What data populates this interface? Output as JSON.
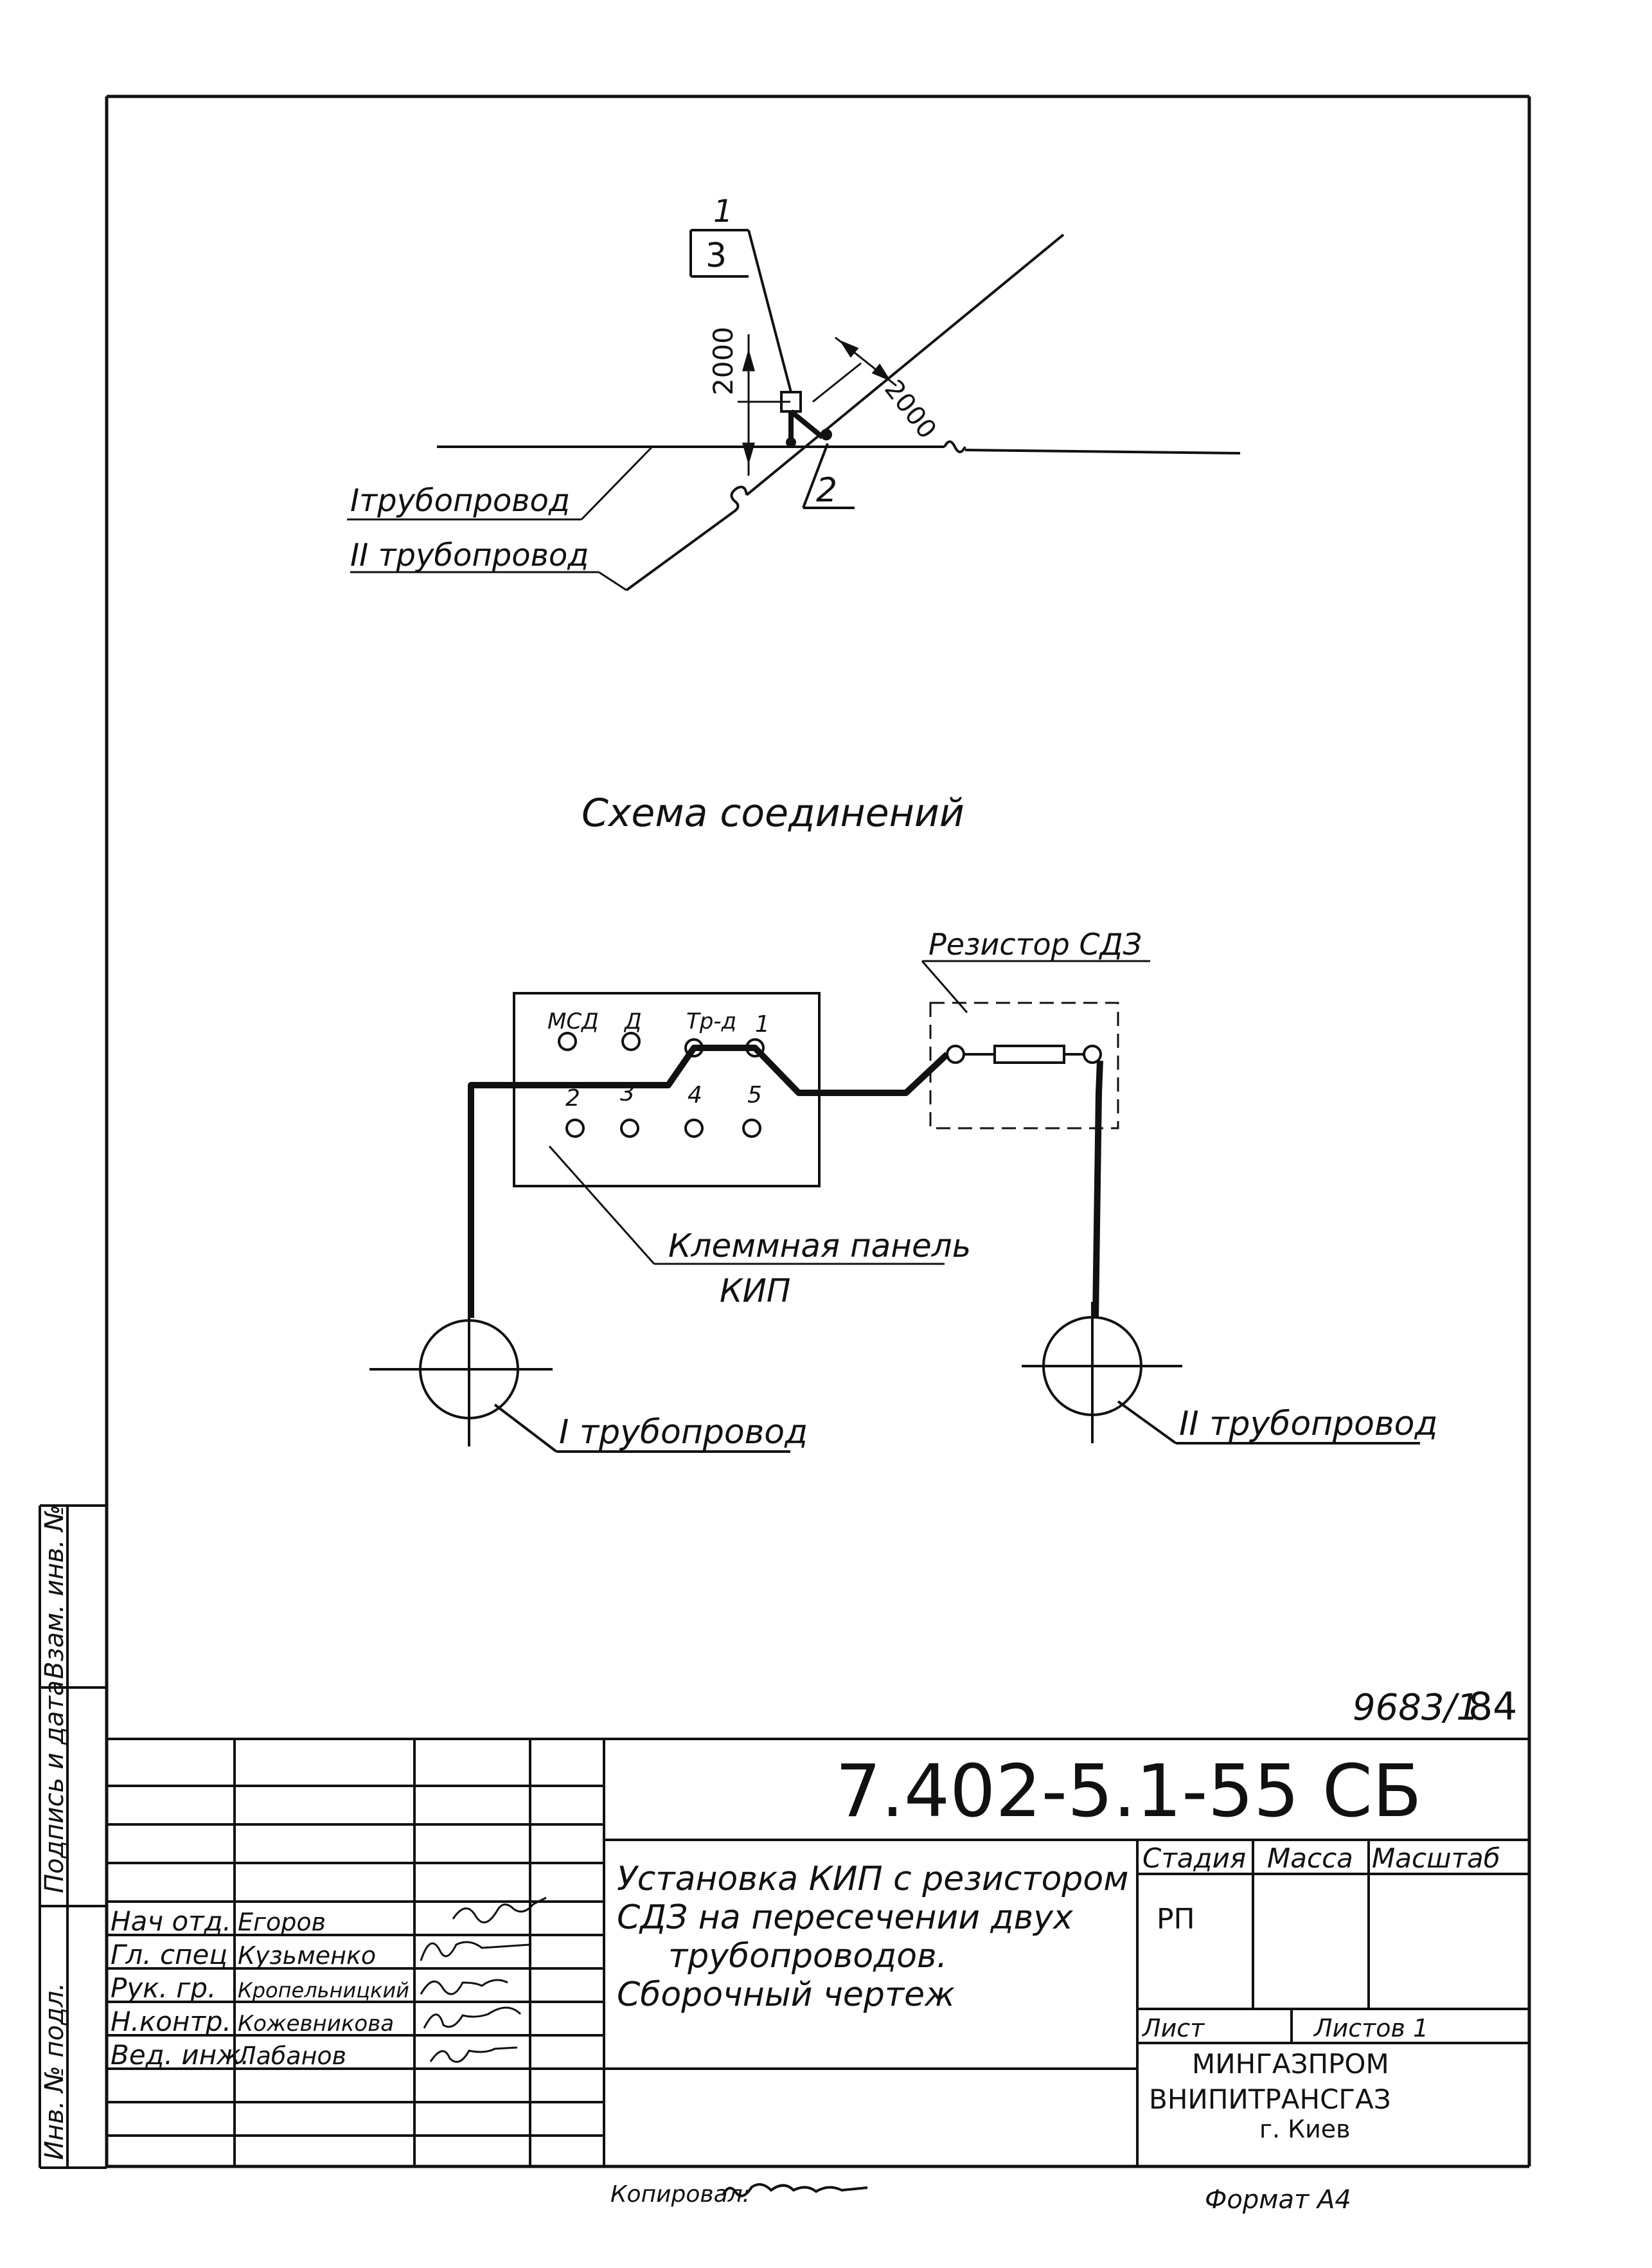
{
  "plan": {
    "callout_top_number": "1",
    "callout_top_sheet": "3",
    "callout_bottom_number": "2",
    "dim_vertical": "2000",
    "dim_diagonal": "2000",
    "pipeline_1_label": "Iтрубопровод",
    "pipeline_2_label": "II трубопровод"
  },
  "scheme": {
    "title": "Схема соединений",
    "resistor_label": "Резистор СДЗ",
    "terminals_top": [
      "МСД",
      "Д",
      "Тр-д",
      "1"
    ],
    "terminals_bottom": [
      "2",
      "3",
      "4",
      "5"
    ],
    "panel_label_line1": "Клеммная панель",
    "panel_label_line2": "КИП",
    "pipe_1_label": "I трубопровод",
    "pipe_2_label": "II трубопровод"
  },
  "side_stamp": [
    "Инв. № подл.",
    "Подпись и дата",
    "Взам. инв. №"
  ],
  "inventory_number": "9683/1",
  "page_number": "84",
  "title_block": {
    "designation": "7.402-5.1-55 СБ",
    "title_lines": [
      "Установка КИП с резистором",
      "СДЗ на пересечении двух",
      "трубопроводов.",
      "Сборочный чертеж"
    ],
    "header_stage": "Стадия",
    "header_mass": "Масса",
    "header_scale": "Масштаб",
    "stage_value": "РП",
    "sheet_label": "Лист",
    "sheets_label": "Листов 1",
    "org_lines": [
      "МИНГАЗПРОМ",
      "ВНИПИТРАНСГАЗ",
      "г. Киев"
    ],
    "roles": [
      "Нач отд.",
      "Гл. спец",
      "Рук. гр.",
      "Н.контр.",
      "Вед. инж."
    ],
    "names": [
      "Егоров",
      "Кузьменко",
      "Кропельницкий",
      "Кожевникова",
      "Лабанов"
    ]
  },
  "copied_by_label": "Копировал:",
  "format_label": "Формат А4"
}
